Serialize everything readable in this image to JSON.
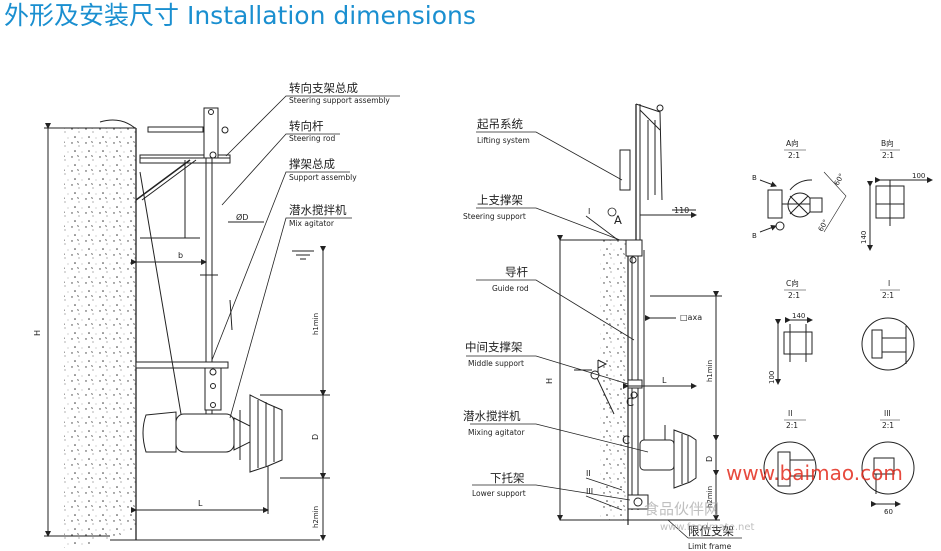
{
  "title": "外形及安装尺寸 Installation dimensions",
  "left": {
    "callouts": [
      {
        "cn": "转向支架总成",
        "en": "Steering support assembly"
      },
      {
        "cn": "转向杆",
        "en": "Steering rod"
      },
      {
        "cn": "撑架总成",
        "en": "Support assembly"
      },
      {
        "cn": "潜水搅拌机",
        "en": "Mix agitator"
      }
    ],
    "dims": {
      "H": "H",
      "b": "b",
      "phi": "ØD",
      "h1": "h1min",
      "D": "D",
      "L": "L",
      "h2": "h2min"
    }
  },
  "middle": {
    "callouts": [
      {
        "cn": "起吊系统",
        "en": "Lifting system"
      },
      {
        "cn": "上支撑架",
        "en": "Steering support"
      },
      {
        "cn": "导杆",
        "en": "Guide rod"
      },
      {
        "cn": "中间支撑架",
        "en": "Middle support"
      },
      {
        "cn": "潜水搅拌机",
        "en": "Mixing agitator"
      },
      {
        "cn": "下托架",
        "en": "Lower support"
      },
      {
        "cn": "限位支架",
        "en": "Limit frame"
      }
    ],
    "dims": {
      "H": "H",
      "h1": "h1min",
      "L": "L",
      "D": "D",
      "h2": "h2min",
      "axa": "□axa",
      "d110": "110"
    },
    "markers": {
      "I": "I",
      "II": "II",
      "III": "III",
      "A": "A",
      "C1": "C",
      "C2": "C"
    }
  },
  "details": {
    "A": {
      "title": "A向",
      "scale": "2:1",
      "angles": [
        "60°",
        "60°"
      ],
      "b1": "B",
      "b2": "B"
    },
    "B": {
      "title": "B向",
      "scale": "2:1",
      "dim100": "100",
      "dim140": "140"
    },
    "C": {
      "title": "C向",
      "scale": "2:1",
      "dim140": "140",
      "dim100": "100"
    },
    "I": {
      "title": "I",
      "scale": "2:1"
    },
    "II": {
      "title": "II",
      "scale": "2:1"
    },
    "III": {
      "title": "III",
      "scale": "2:1",
      "dim60": "60"
    }
  },
  "watermark": {
    "site": "www.baimao.com",
    "cn": "食品伙伴网",
    "url": "www.foodmate.net"
  },
  "colors": {
    "title": "#1a8fd0",
    "line": "#222222",
    "watermark_red": "#e32b1d"
  }
}
